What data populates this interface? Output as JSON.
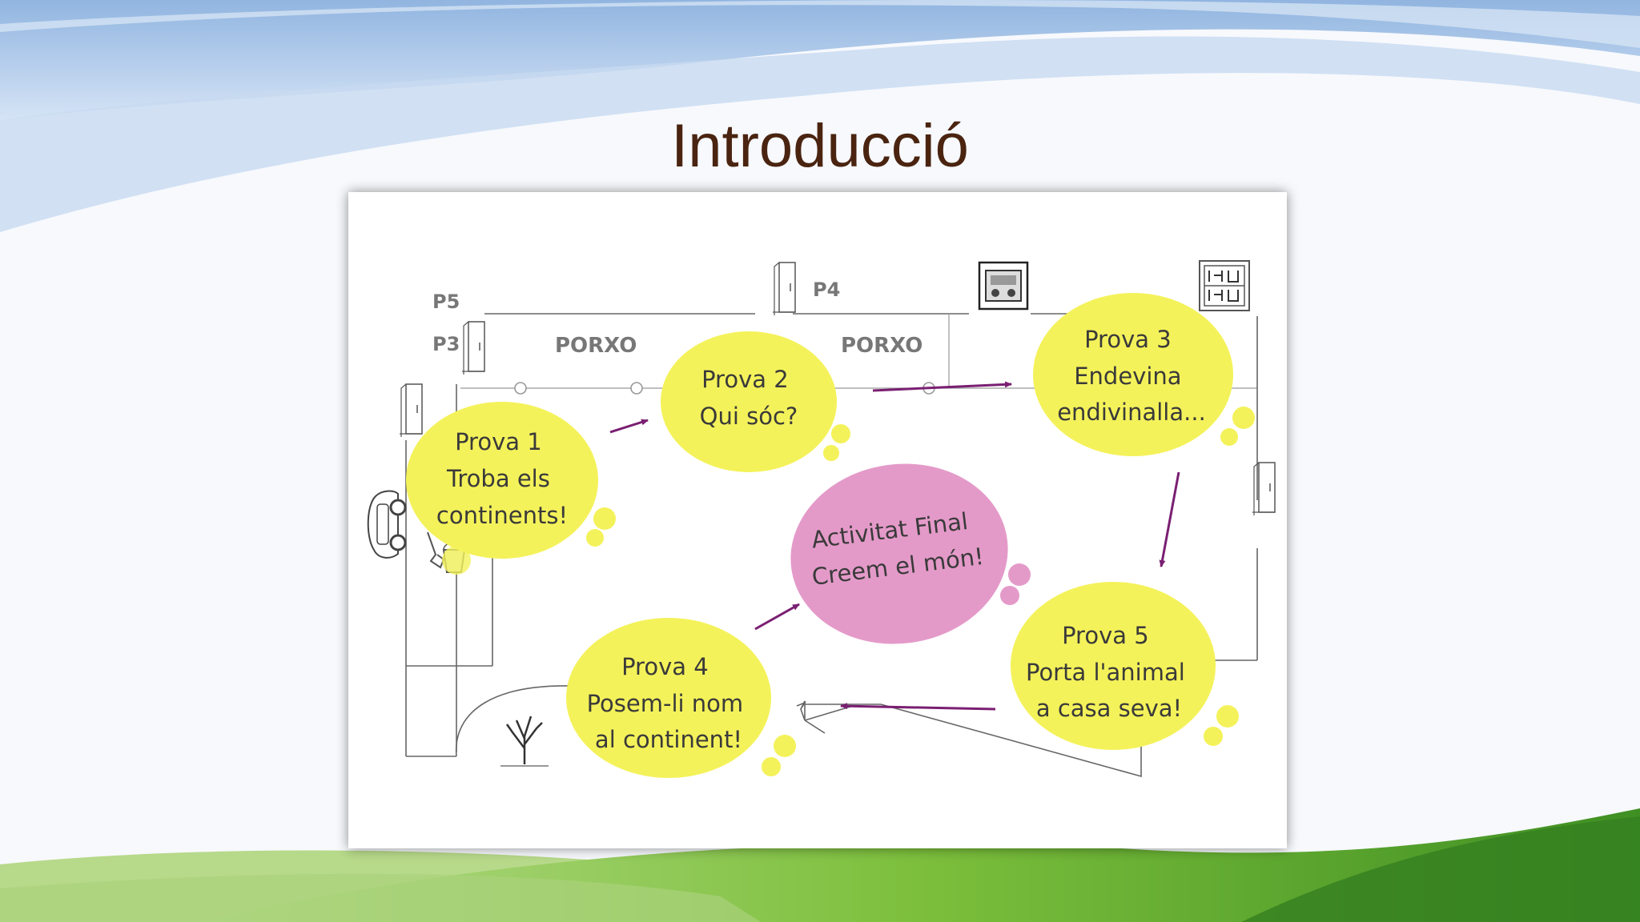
{
  "slide": {
    "title": "Introducció"
  },
  "colors": {
    "title": "#4a2410",
    "station_blob": "#f4f25a",
    "final_blob": "#e49ac9",
    "arrow": "#7a1f72",
    "sky_wave": "#a9c6ea",
    "grass": "#7cbf3c"
  },
  "map": {
    "labels": {
      "p3": "P3",
      "p4": "P4",
      "p5": "P5",
      "porxo_left": "PORXO",
      "porxo_right": "PORXO"
    },
    "icons": [
      "door-icon",
      "car-icon",
      "bucket-and-spade-icon",
      "tree-icon",
      "stove-icon",
      "shelf-icon"
    ]
  },
  "stations": [
    {
      "id": "prova1",
      "lines": [
        "Prova 1",
        "Troba els",
        "continents!"
      ]
    },
    {
      "id": "prova2",
      "lines": [
        "Prova 2",
        "Qui sóc?"
      ]
    },
    {
      "id": "prova3",
      "lines": [
        "Prova 3",
        "Endevina",
        "endivinalla..."
      ]
    },
    {
      "id": "prova4",
      "lines": [
        "Prova 4",
        "Posem-li nom",
        "al continent!"
      ]
    },
    {
      "id": "prova5",
      "lines": [
        "Prova 5",
        "Porta l'animal",
        "a casa seva!"
      ]
    },
    {
      "id": "final",
      "lines": [
        "Activitat Final",
        "Creem el món!"
      ]
    }
  ]
}
